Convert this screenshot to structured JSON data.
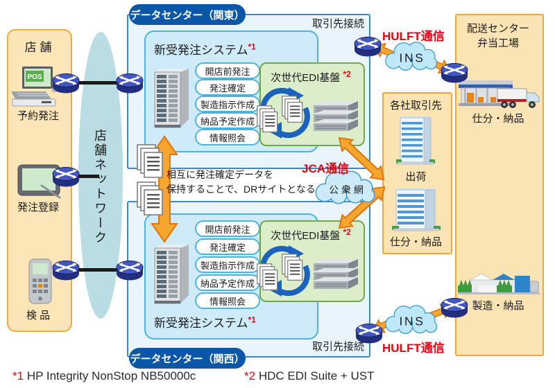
{
  "store": {
    "title": "店 舗",
    "pos_label": "POS",
    "devices": [
      "予約発注",
      "発注登録",
      "検 品"
    ]
  },
  "network": {
    "label": "店舗ネットワーク"
  },
  "dc_kanto": {
    "tab": "データセンター（関東）",
    "partner_conn": "取引先接続",
    "sys_title": "新受発注システム",
    "sys_note": "*1",
    "functions": [
      "開店前発注",
      "発注確定",
      "製造指示作成",
      "納品予定作成",
      "情報照会"
    ],
    "edi_title": "次世代EDI基盤",
    "edi_note": "*2"
  },
  "dc_kansai": {
    "tab": "データセンター（関西）",
    "partner_conn": "取引先接続",
    "sys_title": "新受発注システム",
    "sys_note": "*1",
    "functions": [
      "開店前発注",
      "発注確定",
      "製造指示作成",
      "納品予定作成",
      "情報照会"
    ],
    "edi_title": "次世代EDI基盤",
    "edi_note": "*2"
  },
  "dr_note": {
    "line1": "相互に発注確定データを",
    "line2": "保持することで、DRサイトとなる"
  },
  "comms": {
    "jca": "JCA通信",
    "public_net": "公 衆 網",
    "hulft_top": "HULFT通信",
    "hulft_bottom": "HULFT通信",
    "ins_top": "INS",
    "ins_bottom": "INS"
  },
  "partners": {
    "title": "各社取引先",
    "items": [
      "出荷",
      "仕分・納品"
    ]
  },
  "delivery": {
    "title_line1": "配送センター",
    "title_line2": "弁当工場",
    "items": [
      "仕分・納品",
      "製造・納品"
    ]
  },
  "footnotes": [
    {
      "mark": "*1",
      "text": "HP Integrity NonStop NB50000c"
    },
    {
      "mark": "*2",
      "text": "HDC EDI Suite + UST"
    }
  ],
  "colors": {
    "dc_tab_blue": "#0a57a7",
    "dc_fill": "#e9f4fc",
    "dc_border": "#3f87c5",
    "inner_fill": "#cfeaf8",
    "inner_border": "#49b4dc",
    "edi_fill": "#dcedca",
    "edi_border": "#6fa74c",
    "orange_fill": "#fbe4b4",
    "orange_border": "#f2a63d",
    "arrow_orange": "#f6a52e",
    "red_text": "#e60012",
    "network_fill": "#b9dde2",
    "cloud_fill": "#c8eafa",
    "cloud_border": "#3d9ad0"
  }
}
